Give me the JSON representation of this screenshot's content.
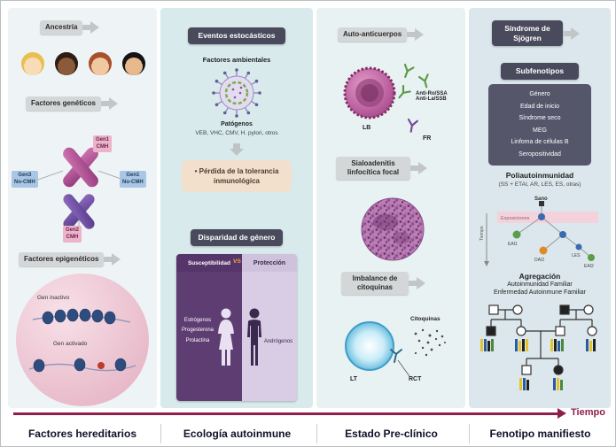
{
  "colors": {
    "timeline_accent": "#8e1f4d",
    "dark_label": "#494a5c",
    "tolerance_box": "#f2e0cd",
    "susceptibility_bg": "#56356a",
    "protection_bg": "#cfc2dd"
  },
  "timeline": {
    "label": "Tiempo"
  },
  "col1": {
    "title": "Factores hereditarios",
    "ancestria": "Ancestría",
    "geneticos": "Factores genéticos",
    "epigeneticos": "Factores epigenéticos",
    "gen1_cmh": "Gen1\nCMH",
    "gen3_nocmh": "Gen3\nNo-CMH",
    "gen1_nocmh": "Gen1\nNo-CMH",
    "gen2_cmh": "Gen2\nCMH",
    "gen_inactivo": "Gen inactivo",
    "gen_activado": "Gen activado"
  },
  "col2": {
    "title": "Ecología autoinmune",
    "eventos": "Eventos estocásticos",
    "ambientales": "Factores ambientales",
    "patogenos_titulo": "Patógenos",
    "patogenos_lista": "VEB, VHC, CMV, H. pylori, otros",
    "tolerancia": "• Pérdida de la tolerancia inmunológica",
    "disparidad": "Disparidad de género",
    "susceptibilidad": "Susceptibilidad",
    "vs": "vs",
    "proteccion": "Protección",
    "hormonas": [
      "Estrógenos",
      "Progesterona",
      "Prolactina"
    ],
    "androgenos": "Andrógenos"
  },
  "col3": {
    "title": "Estado Pre-clínico",
    "autoanticuerpos": "Auto-anticuerpos",
    "lb": "LB",
    "anti_ro": "Anti-Ro/SSA",
    "anti_la": "Anti-La/SSB",
    "fr": "FR",
    "sialoadenitis": "Sialoadenitis linfocítica focal",
    "imbalance": "Imbalance de citoquinas",
    "lt": "LT",
    "citoquinas": "Citoquinas",
    "rct": "RCT"
  },
  "col4": {
    "title": "Fenotipo manifiesto",
    "sjogren": "Síndrome de Sjögren",
    "subfenotipos": "Subfenotipos",
    "items": [
      "Género",
      "Edad de inicio",
      "Síndrome seco",
      "MEG",
      "Linfoma de células B",
      "Seropositividad"
    ],
    "poliautoinmunidad": "Poliautoinmunidad",
    "poli_detalle": "(SS + ETAI, AR, LES, ES, otras)",
    "tree": {
      "sano": "Sano",
      "exposiciones": "Exposiciones",
      "tiempo": "Tiempo",
      "leaf1": "EAI1",
      "leaf2": "DAI2",
      "leaf3": "LES",
      "leaf4": "EAI2"
    },
    "agregacion": "Agregación",
    "agregacion_linea1": "Autoinmunidad Familiar",
    "agregacion_linea2": "Enfermedad Autoinmune Familiar"
  }
}
